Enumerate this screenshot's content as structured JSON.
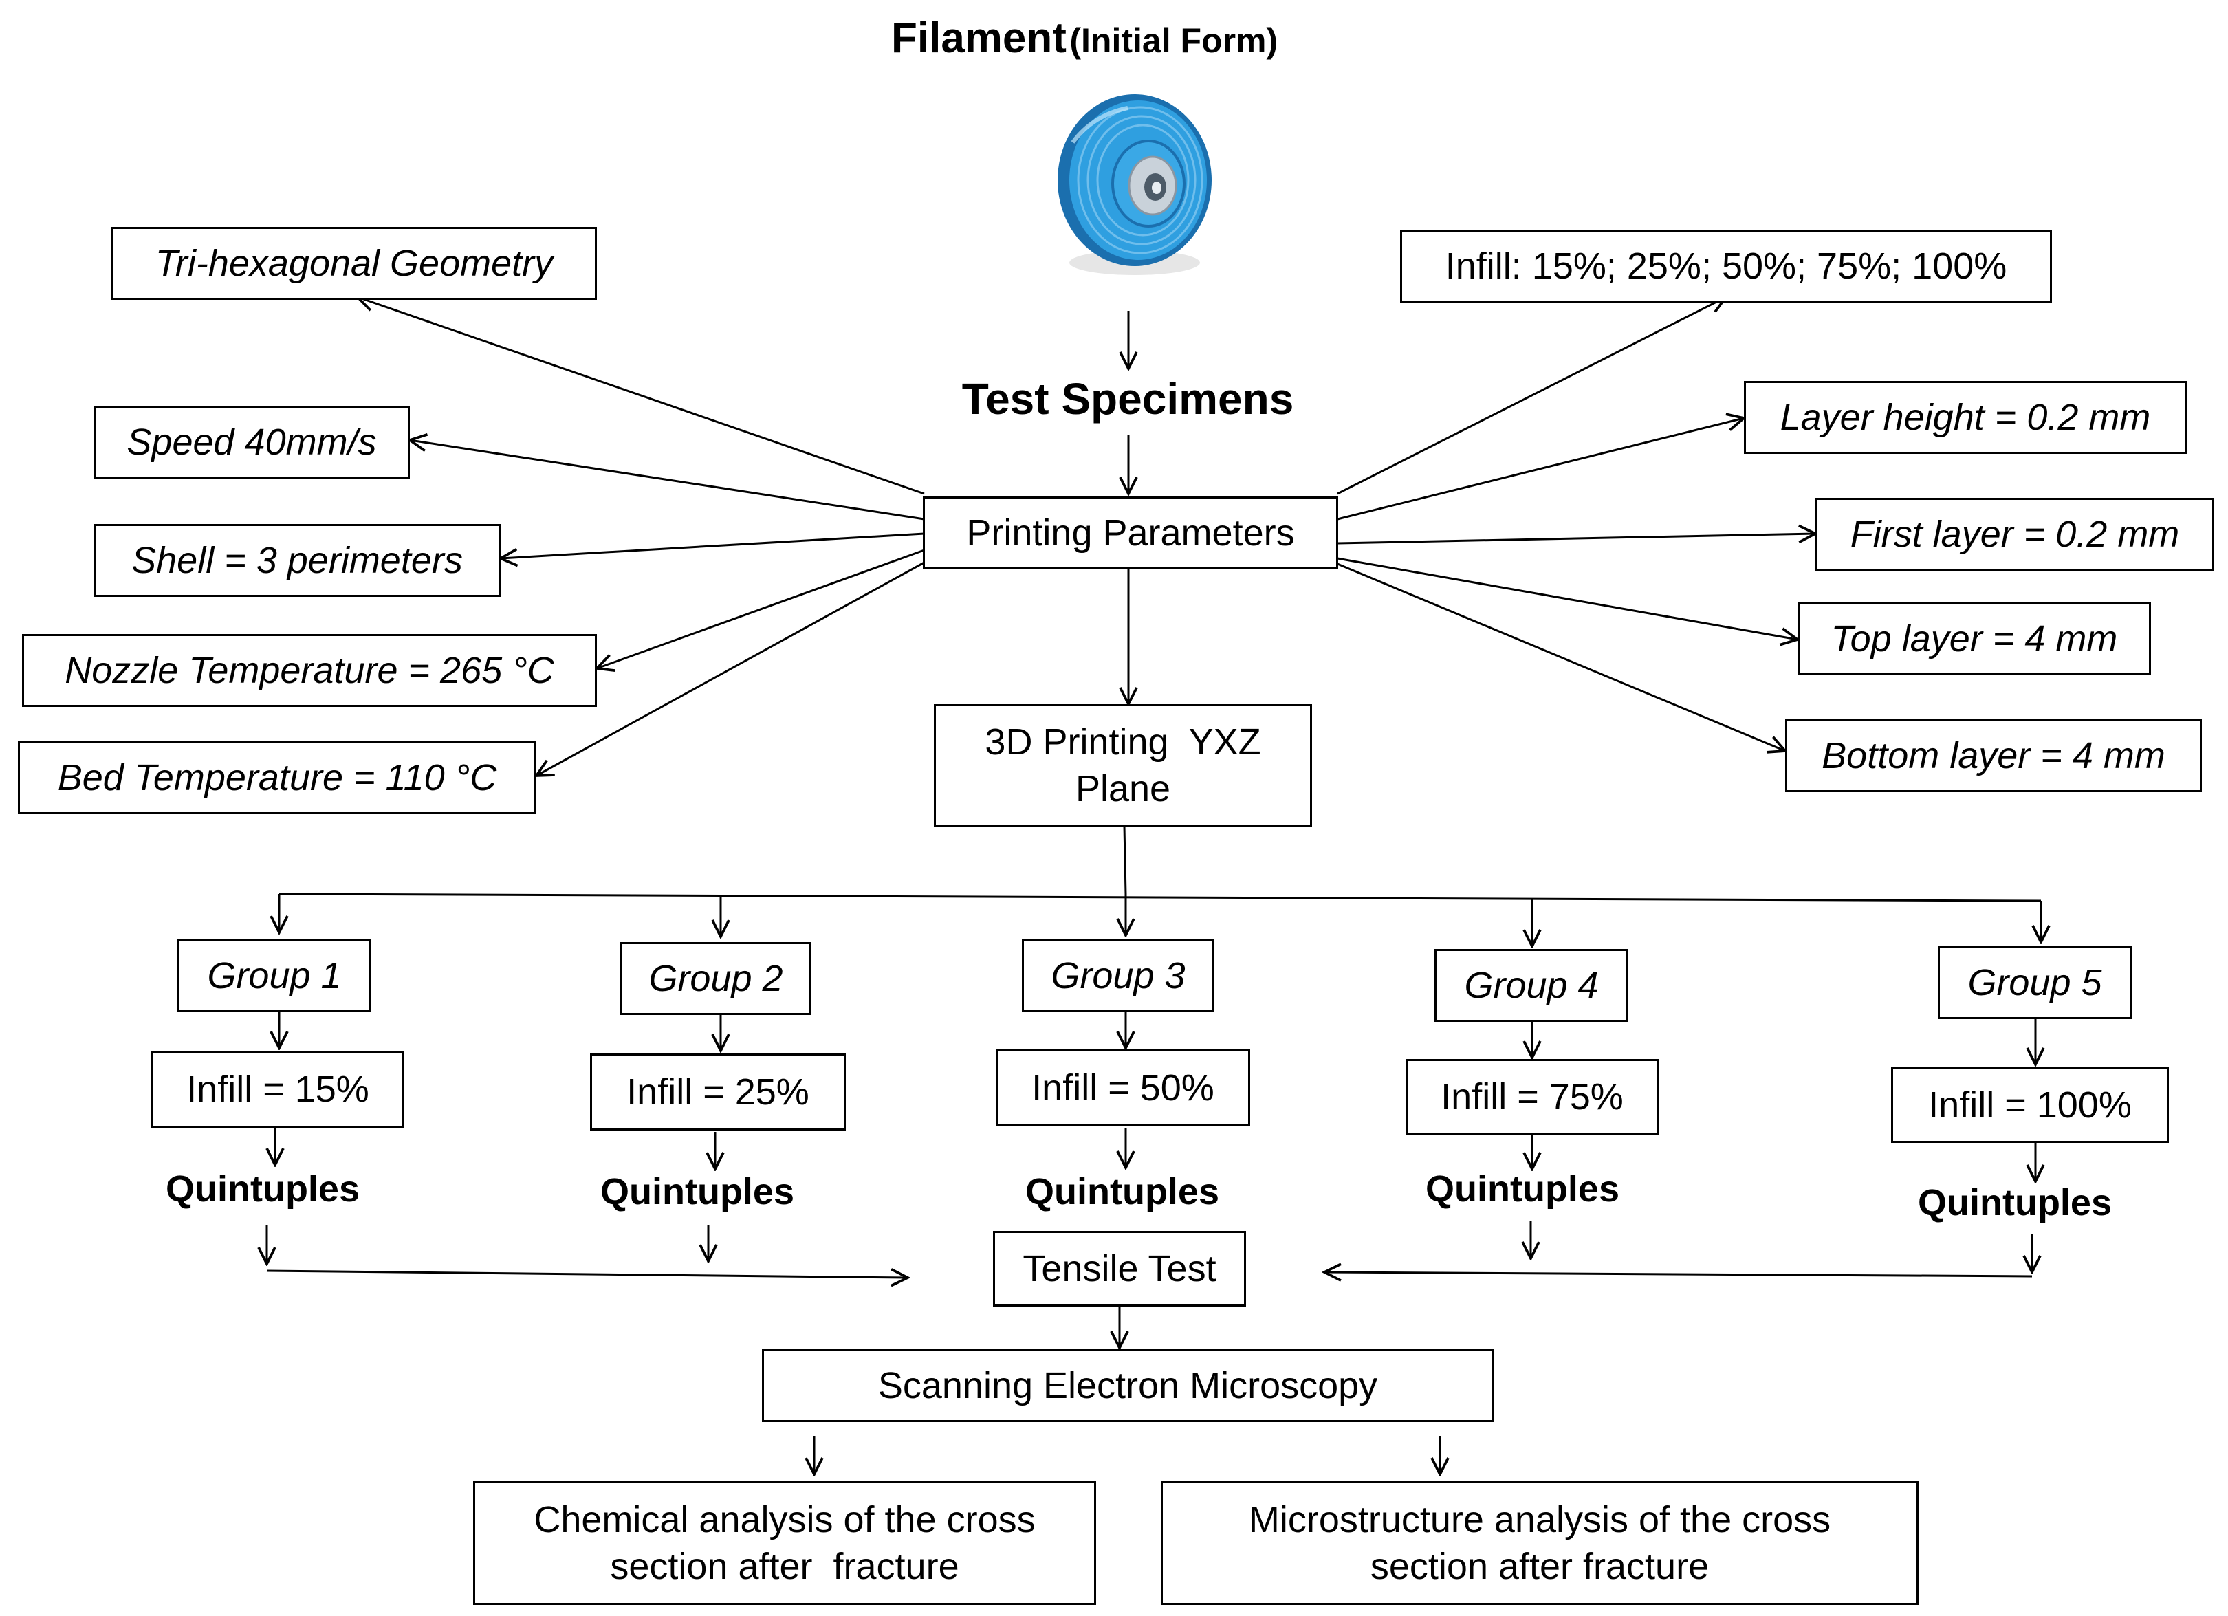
{
  "title": {
    "main": "Filament",
    "sub": "(Initial Form)"
  },
  "specimens_label": "Test Specimens",
  "printing_parameters": "Printing Parameters",
  "left_params": [
    "Tri-hexagonal Geometry",
    "Speed 40mm/s",
    "Shell = 3 perimeters",
    "Nozzle Temperature = 265 °C",
    "Bed Temperature = 110 °C"
  ],
  "right_params": [
    "Infill: 15%; 25%; 50%; 75%; 100%",
    "Layer height = 0.2 mm",
    "First layer = 0.2 mm",
    "Top layer = 4 mm",
    "Bottom layer = 4 mm"
  ],
  "printing_plane": {
    "line1": "3D Printing  YXZ",
    "line2": "Plane"
  },
  "groups": [
    {
      "name": "Group 1",
      "infill": "Infill = 15%",
      "quintuples": "Quintuples"
    },
    {
      "name": "Group 2",
      "infill": "Infill = 25%",
      "quintuples": "Quintuples"
    },
    {
      "name": "Group 3",
      "infill": "Infill = 50%",
      "quintuples": "Quintuples"
    },
    {
      "name": "Group 4",
      "infill": "Infill = 75%",
      "quintuples": "Quintuples"
    },
    {
      "name": "Group 5",
      "infill": "Infill = 100%",
      "quintuples": "Quintuples"
    }
  ],
  "tensile_test": "Tensile Test",
  "sem": "Scanning Electron Microscopy",
  "outputs": {
    "chemical": {
      "line1": "Chemical analysis of the cross",
      "line2": "section after  fracture"
    },
    "microstructure": {
      "line1": "Microstructure analysis of the cross",
      "line2": "section after fracture"
    }
  },
  "colors": {
    "spool": "#2f9fe0",
    "spool_dark": "#1b6fae",
    "hub": "#c9d2da",
    "line": "#000000"
  }
}
